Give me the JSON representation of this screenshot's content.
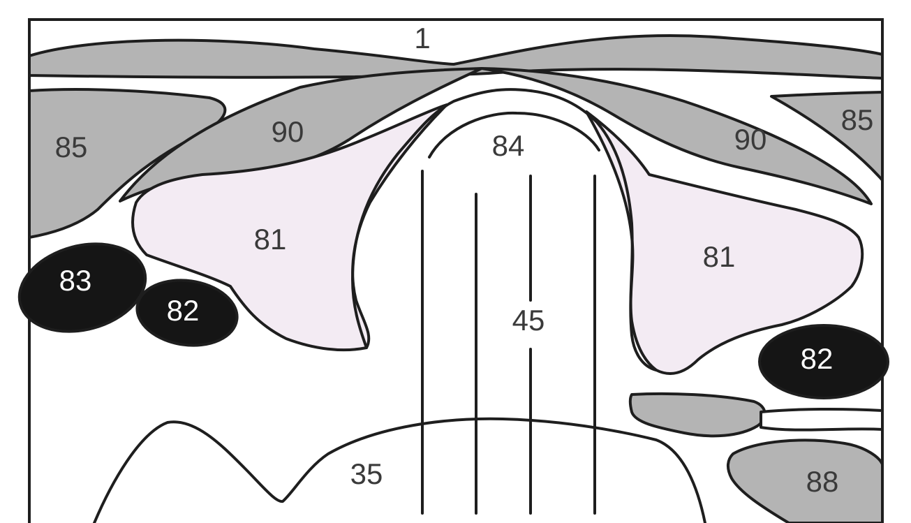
{
  "colors": {
    "gray_region": "#b4b4b4",
    "pink_region": "#f3ebf3",
    "black_region": "#151515",
    "outline": "#1e1e1e"
  },
  "labels": {
    "top_band": "1",
    "left_85": "85",
    "right_85": "85",
    "left_90": "90",
    "right_90": "90",
    "center_84": "84",
    "left_81": "81",
    "right_81": "81",
    "left_83": "83",
    "left_82": "82",
    "right_82": "82",
    "center_45": "45",
    "bottom_35": "35",
    "bottom_right_88": "88"
  }
}
